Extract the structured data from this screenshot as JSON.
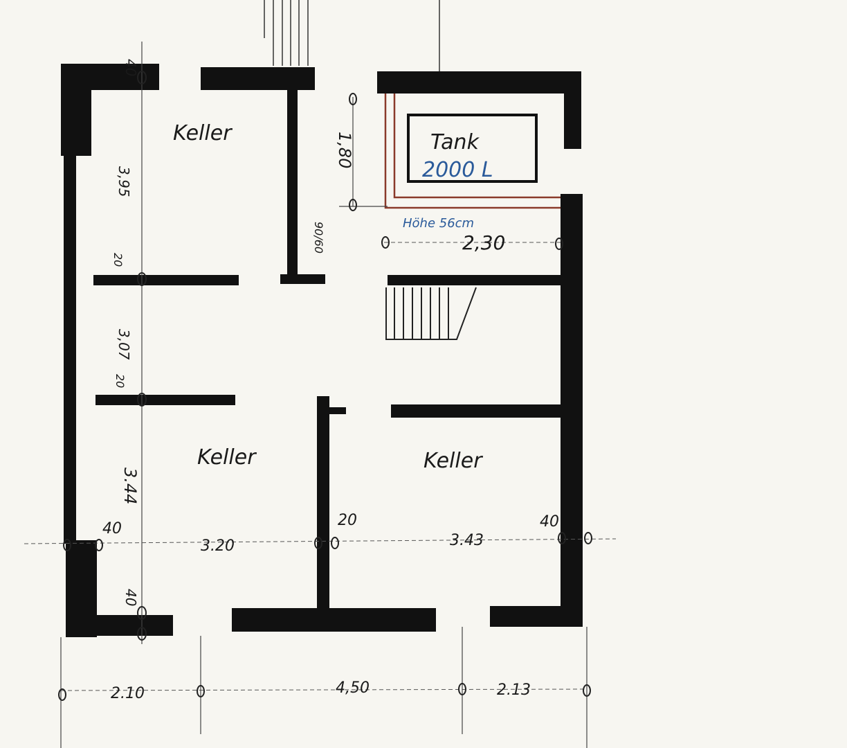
{
  "rooms": [
    {
      "label": "Keller"
    },
    {
      "label": "Keller"
    },
    {
      "label": "Keller"
    }
  ],
  "tank": {
    "label": "Tank",
    "capacity": "2000 L",
    "height_note": "Höhe 56cm",
    "outline_color": "#8a3a2a",
    "note_color": "#2a5a9a"
  },
  "dimensions": {
    "vertical_left": [
      "40",
      "3,95",
      "20",
      "3,07",
      "20",
      "3.44",
      "40"
    ],
    "middle_row": [
      "40",
      "3.20",
      "20",
      "3.43",
      "40"
    ],
    "bottom_row": [
      "2.10",
      "4,50",
      "2.13"
    ],
    "tank_height": "1,80",
    "tank_width": "2,30",
    "door": "90/60"
  }
}
